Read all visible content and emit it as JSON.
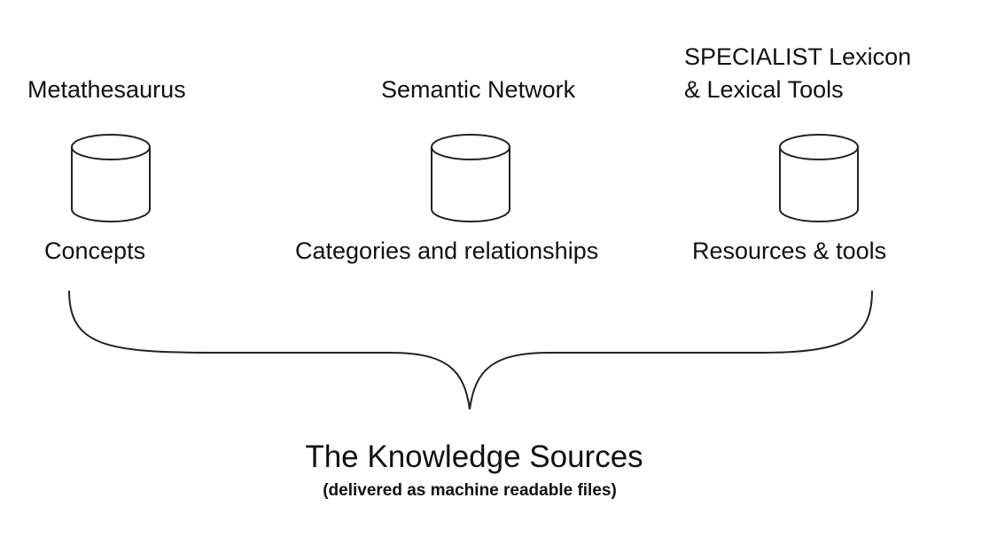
{
  "sources": [
    {
      "title_lines": [
        "Metathesaurus"
      ],
      "caption": "Concepts"
    },
    {
      "title_lines": [
        "Semantic Network"
      ],
      "caption": "Categories and relationships"
    },
    {
      "title_lines": [
        "SPECIALIST Lexicon",
        "& Lexical Tools"
      ],
      "caption": "Resources &  tools"
    }
  ],
  "footer": {
    "title": "The Knowledge Sources",
    "subtitle": "(delivered as machine readable files)"
  },
  "colors": {
    "stroke": "#222222",
    "text": "#111111",
    "background": "#ffffff"
  },
  "icons": [
    "database-icon",
    "database-icon",
    "database-icon",
    "curly-brace"
  ]
}
